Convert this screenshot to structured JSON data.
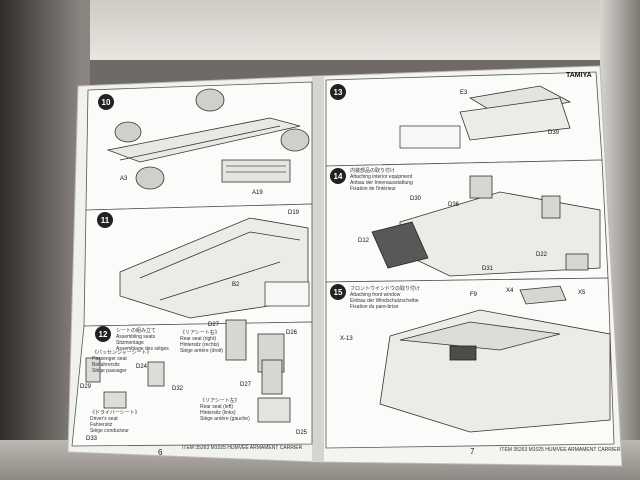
{
  "booklet": {
    "brand": "TAMIYA",
    "left_page_number": "6",
    "right_page_number": "7",
    "right_footer": "ITEM 35263  M1025 HUMVEE ARMAMENT CARRIER",
    "left_footer": "ITEM 35263  M1025 HUMVEE ARMAMENT CARRIER"
  },
  "steps": [
    {
      "number": "10"
    },
    {
      "number": "11"
    },
    {
      "number": "12",
      "title": "シートの組み立て",
      "lines": [
        "Assembling seats",
        "Sitzmontage",
        "Assemblage des sièges"
      ]
    },
    {
      "number": "13"
    },
    {
      "number": "14",
      "title": "内装部品の取り付け",
      "lines": [
        "Attaching interior equipment",
        "Anbau der Innenausstattung",
        "Fixation de l'intérieur"
      ]
    },
    {
      "number": "15",
      "title": "フロントウインドウの取り付け",
      "lines": [
        "Attaching front window",
        "Einbau der Windschutzscheibe",
        "Fixation du pare-brise"
      ]
    }
  ],
  "seat_captions": [
    {
      "title": "《パッセンジャーシート》",
      "lines": [
        "Passenger seat",
        "Beifahrersitz",
        "Siège passager"
      ]
    },
    {
      "title": "《ドライバーシート》",
      "lines": [
        "Driver's seat",
        "Fahrersitz",
        "Siège conducteur"
      ]
    },
    {
      "title": "《リアシート右》",
      "lines": [
        "Rear seat (right)",
        "Hintersitz (rechts)",
        "Siège arrière (droit)"
      ]
    },
    {
      "title": "《リアシート左》",
      "lines": [
        "Rear seat (left)",
        "Hintersitz (links)",
        "Siège arrière (gauche)"
      ]
    }
  ],
  "part_labels": {
    "d19": "D19",
    "b2": "B2",
    "d27a": "D27",
    "d26": "D26",
    "d24": "D24",
    "d32": "D32",
    "d29": "D29",
    "d33": "D33",
    "d27b": "D27",
    "d25": "D25",
    "d12": "D12",
    "d36": "D36",
    "d31": "D31",
    "d22": "D22",
    "f9": "F9",
    "x4": "X4",
    "x5": "X5",
    "a19": "A19",
    "a3": "A3",
    "d39": "D39",
    "d30": "D30",
    "e3": "E3",
    "x13": "X-13"
  },
  "colors": {
    "page": "#f1f1ee",
    "ink": "#222222",
    "panel_bg": "#ffffff"
  }
}
